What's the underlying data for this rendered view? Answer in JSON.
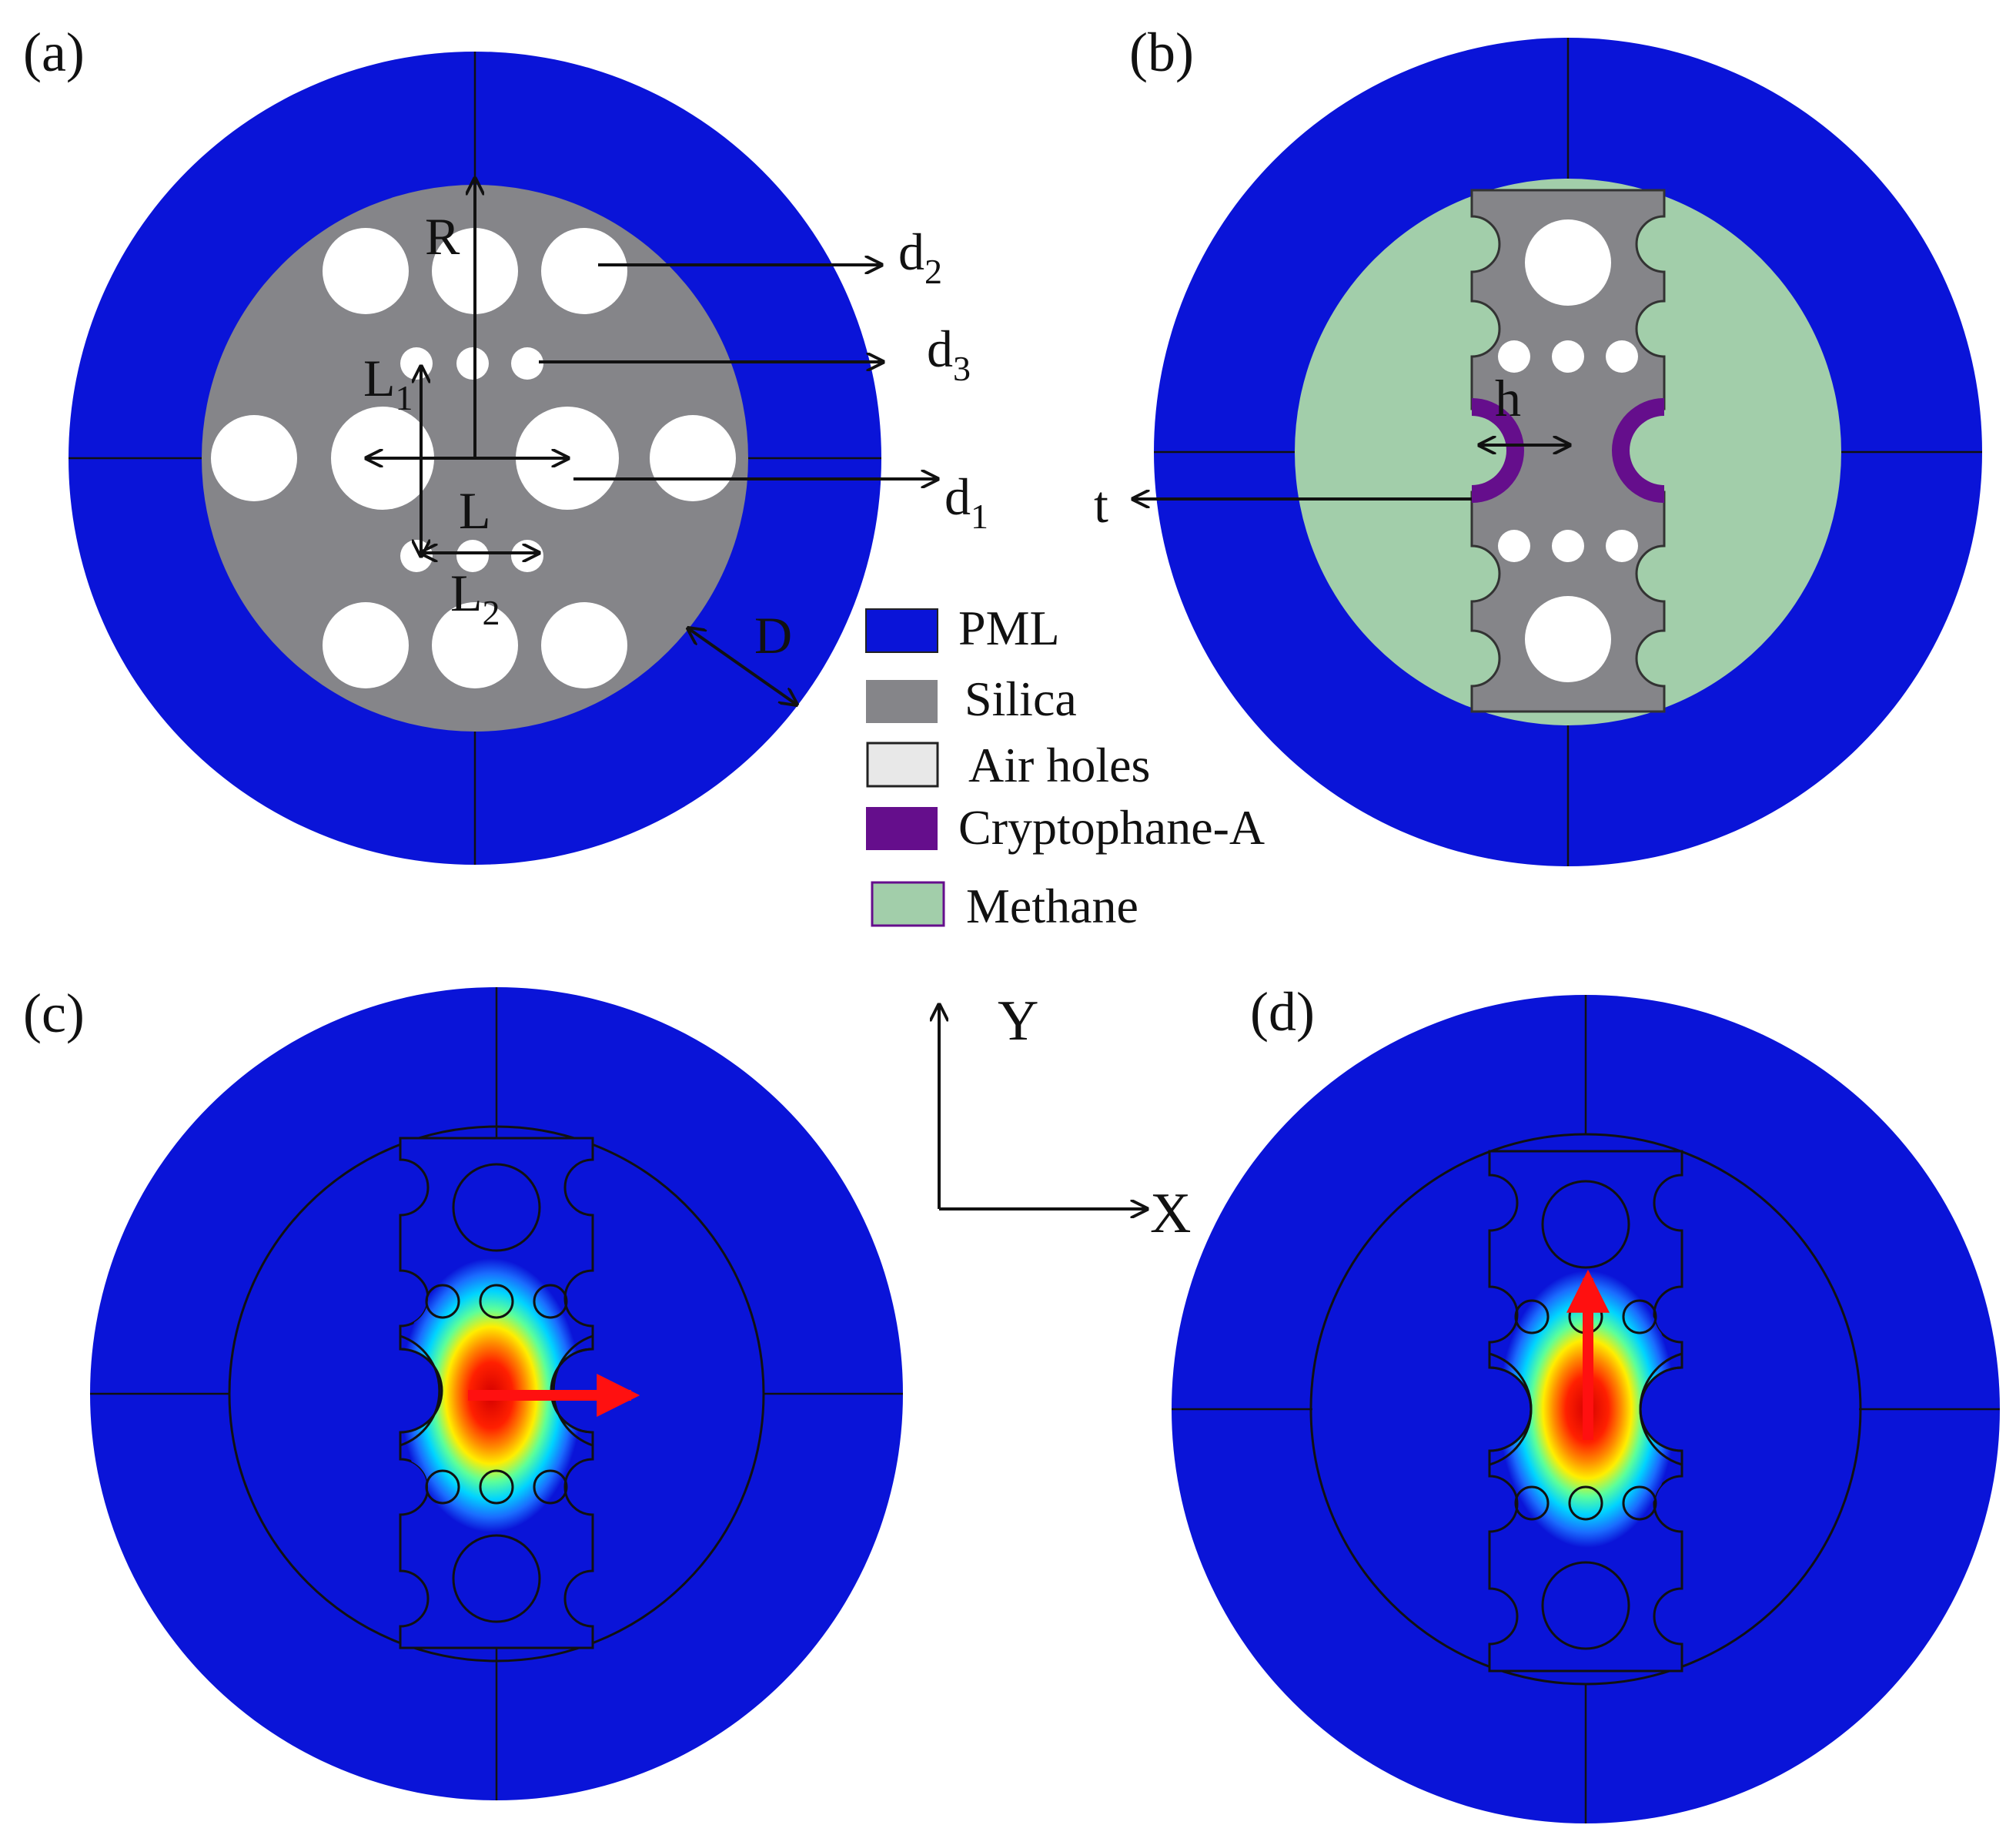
{
  "panels": {
    "a": {
      "label": "(a)"
    },
    "b": {
      "label": "(b)"
    },
    "c": {
      "label": "(c)"
    },
    "d": {
      "label": "(d)"
    }
  },
  "parameters": {
    "R": "R",
    "d2": {
      "base": "d",
      "sub": "2"
    },
    "d3": {
      "base": "d",
      "sub": "3"
    },
    "d1": {
      "base": "d",
      "sub": "1"
    },
    "L1": {
      "base": "L",
      "sub": "1"
    },
    "L": "L",
    "L2": {
      "base": "L",
      "sub": "2"
    },
    "D": "D",
    "h": "h",
    "t": "t"
  },
  "legend": {
    "pml": {
      "label": "PML",
      "color": "#0a14d8"
    },
    "silica": {
      "label": "Silica",
      "color": "#858589"
    },
    "air_holes": {
      "label": "Air holes",
      "color": "#e8e8e8"
    },
    "cryptophane": {
      "label": "Cryptophane-A",
      "color": "#650e8c"
    },
    "methane": {
      "label": "Methane",
      "color": "#a2ceaa"
    }
  },
  "axes": {
    "y": "Y",
    "x": "X"
  },
  "mode_field": {
    "c": {
      "polarization": "X"
    },
    "d": {
      "polarization": "Y"
    }
  }
}
